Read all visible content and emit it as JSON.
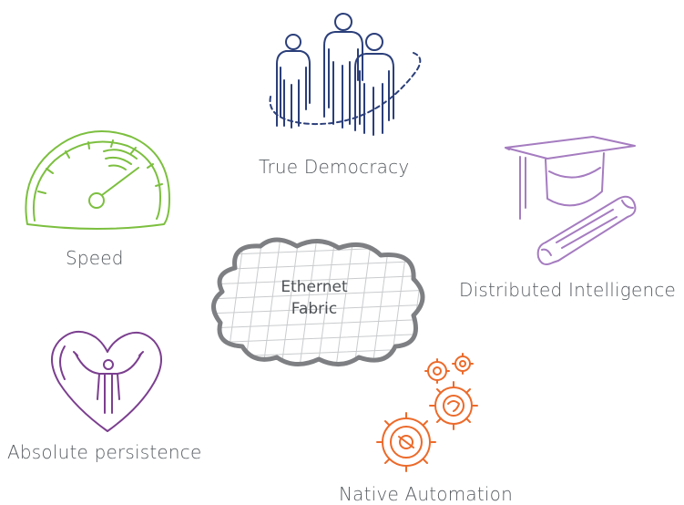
{
  "center": {
    "line1": "Ethernet",
    "line2": "Fabric"
  },
  "features": [
    {
      "label": "True Democracy",
      "icon": "people-group-icon",
      "color": "#2b3f7a"
    },
    {
      "label": "Distributed Intelligence",
      "icon": "graduation-cap-diploma-icon",
      "color": "#a57cc0"
    },
    {
      "label": "Native Automation",
      "icon": "gears-icon",
      "color": "#ec6a2a"
    },
    {
      "label": "Absolute persistence",
      "icon": "heart-person-icon",
      "color": "#7b3f8f"
    },
    {
      "label": "Speed",
      "icon": "speedometer-icon",
      "color": "#7cbf3f"
    }
  ]
}
